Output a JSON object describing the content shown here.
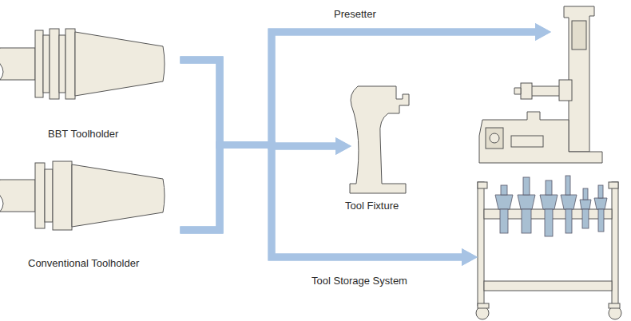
{
  "diagram": {
    "nodes": [
      {
        "text": [
          "BBT Toolholder"
        ]
      },
      {
        "text": [
          "Conventional Toolholder"
        ]
      },
      {
        "text": [
          "Presetter"
        ]
      },
      {
        "text": [
          "Tool Fixture"
        ]
      },
      {
        "text": [
          "Tool Storage System"
        ]
      }
    ],
    "edges": [
      {
        "from": 0,
        "to": 2,
        "arrow": "to"
      },
      {
        "from": 0,
        "to": 3,
        "arrow": "to"
      },
      {
        "from": 0,
        "to": 4,
        "arrow": "to"
      },
      {
        "from": 1,
        "to": 2,
        "arrow": "to"
      },
      {
        "from": 1,
        "to": 3,
        "arrow": "to"
      },
      {
        "from": 1,
        "to": 4,
        "arrow": "to"
      }
    ]
  }
}
